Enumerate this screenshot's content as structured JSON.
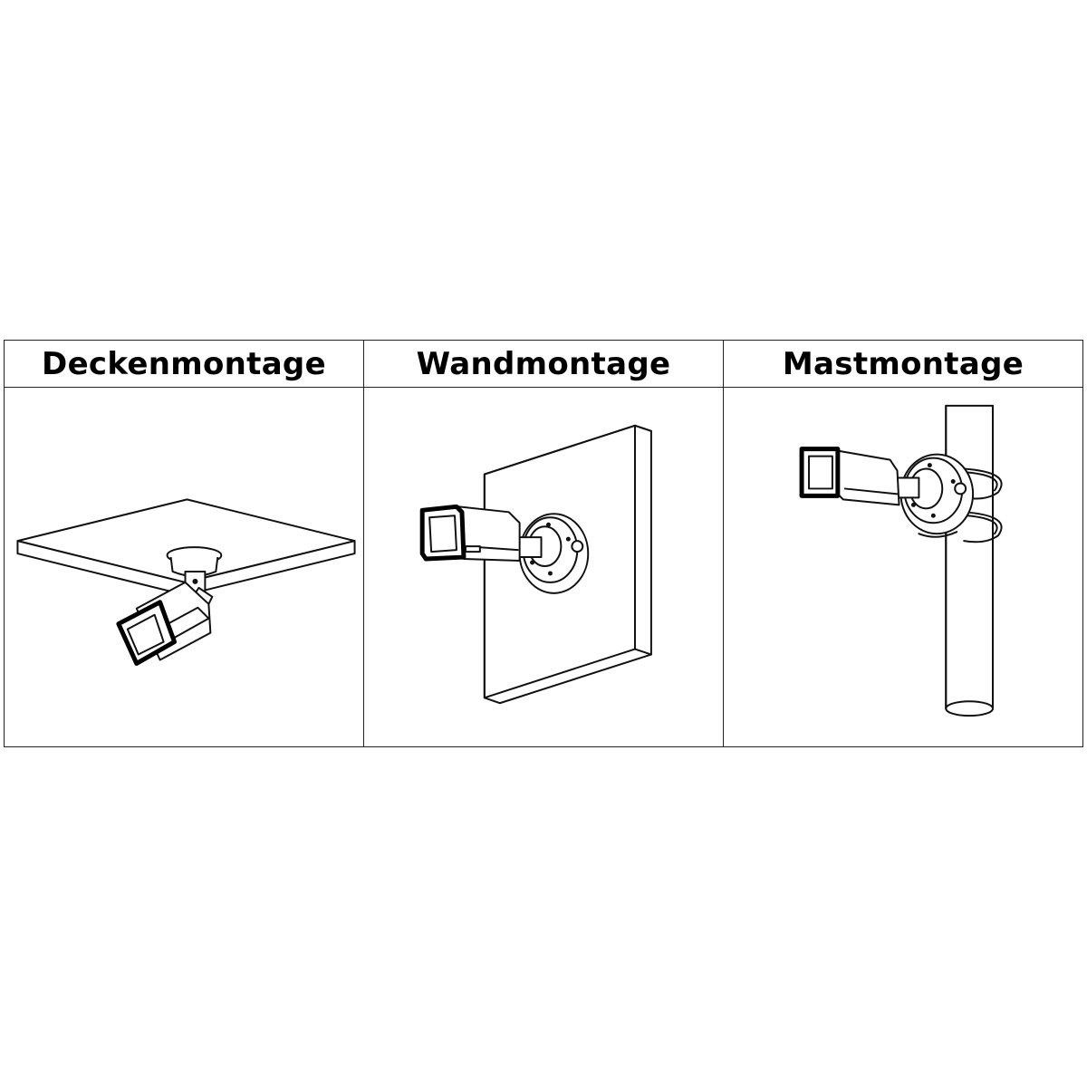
{
  "columns": [
    {
      "title": "Deckenmontage",
      "illustration": "ceiling-mount"
    },
    {
      "title": "Wandmontage",
      "illustration": "wall-mount"
    },
    {
      "title": "Mastmontage",
      "illustration": "pole-mount"
    }
  ],
  "colors": {
    "line": "#111111",
    "background": "#ffffff"
  }
}
